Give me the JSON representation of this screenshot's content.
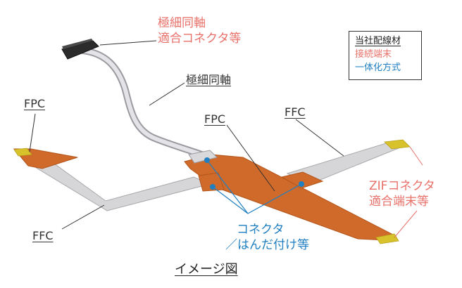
{
  "colors": {
    "pink": "#e8716a",
    "blue": "#1f7fc1",
    "copper": "#cf6a2a",
    "ffc": "#d5d5d7",
    "gold": "#d8c22c",
    "leader": "#333333"
  },
  "labels": {
    "connector": [
      "極細同軸",
      "適合コネクタ等"
    ],
    "coax": "極細同軸",
    "fpc_left": "FPC",
    "fpc_center": "FPC",
    "ffc_top": "FFC",
    "ffc_bottom": "FFC",
    "zif": [
      "ZIFコネクタ",
      "適合端末等"
    ],
    "solder": [
      "コネクタ",
      "／はんだ付け等"
    ],
    "caption": "イメージ図"
  },
  "legend": {
    "title": "当社配線材",
    "terminal": "接続端末",
    "integrated": "一体化方式"
  }
}
